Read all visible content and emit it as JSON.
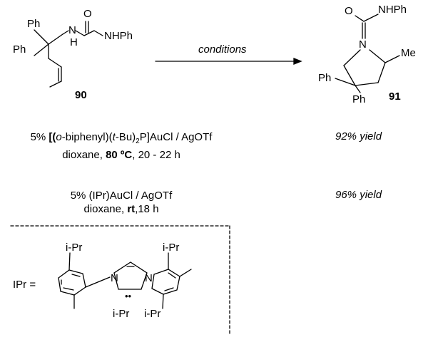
{
  "reactant": {
    "ph_top": "Ph",
    "ph_left": "Ph",
    "nh": "H",
    "n": "N",
    "o": "O",
    "nhph": "NHPh",
    "label": "90"
  },
  "arrow": {
    "label": "conditions"
  },
  "product": {
    "o": "O",
    "nhph": "NHPh",
    "n": "N",
    "me": "Me",
    "ph_left": "Ph",
    "ph_bottom": "Ph",
    "label": "91"
  },
  "conditions": [
    {
      "pre": "5% ",
      "bold_bracket": "[(",
      "italic1": "o",
      "mid1": "-biphenyl)(",
      "italic2": "t",
      "mid2": "-Bu)",
      "sub": "2",
      "post": "P]AuCl / AgOTf",
      "line2_pre": "dioxane, ",
      "line2_bold": "80 ºC",
      "line2_post": ", 20 - 22 h",
      "yield": "92% yield"
    },
    {
      "line1": "5% (IPr)AuCl / AgOTf",
      "line2_pre": "dioxane, ",
      "line2_bold": "rt",
      "line2_post": ",18 h",
      "yield": "96% yield"
    }
  ],
  "ipr": {
    "label": "IPr =",
    "ipr_tl": "i-Pr",
    "ipr_tr": "i-Pr",
    "ipr_bl": "i-Pr",
    "ipr_br": "i-Pr",
    "n_left": "N",
    "n_right": "N",
    "carbene_dots": "••"
  }
}
